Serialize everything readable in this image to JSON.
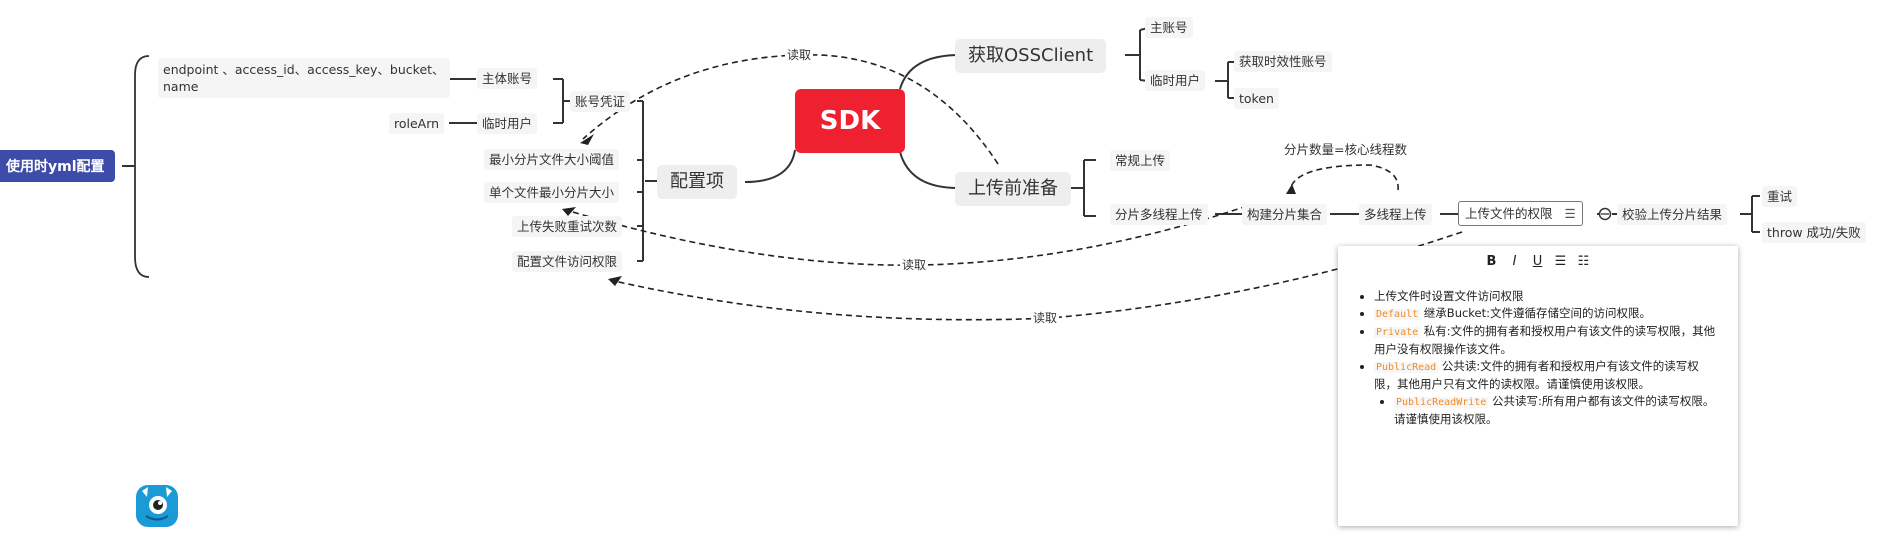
{
  "root": {
    "label": "使用时yml配置"
  },
  "center": {
    "label": "SDK"
  },
  "branches": {
    "get_client": "获取OSSClient",
    "config": "配置项",
    "pre_upload": "上传前准备"
  },
  "client": {
    "main_account": "主账号",
    "temp_user": "临时用户",
    "get_temp_account": "获取时效性账号",
    "token": "token"
  },
  "config_items": [
    "账号凭证",
    "最小分片文件大小阈值",
    "单个文件最小分片大小",
    "上传失败重试次数",
    "配置文件访问权限"
  ],
  "credential": {
    "main_account": "主体账号",
    "temp_user": "临时用户",
    "main_fields": "endpoint 、access_id、access_key、bucket、",
    "main_fields_2": "name",
    "role_arn": "roleArn"
  },
  "upload": {
    "normal": "常规上传",
    "multipart": "分片多线程上传",
    "build_parts": "构建分片集合",
    "multithread": "多线程上传",
    "permission": "上传文件的权限",
    "verify": "校验上传分片结果",
    "retry": "重试",
    "throw": "throw 成功/失败",
    "thread_note": "分片数量=核心线程数"
  },
  "edge_labels": {
    "read1": "读取",
    "read2": "读取",
    "read3": "读取"
  },
  "toolbar": [
    "B",
    "I",
    "U",
    "☰",
    "☷"
  ],
  "notes": {
    "item1": "上传文件时设置文件访问权限",
    "item2_code": "Default",
    "item2_text": " 继承Bucket:文件遵循存储空间的访问权限。",
    "item3_code": "Private",
    "item3_text": " 私有:文件的拥有者和授权用户有该文件的读写权限，其他用户没有权限操作该文件。",
    "item4_code": "PublicRead",
    "item4_text": " 公共读:文件的拥有者和授权用户有该文件的读写权限，其他用户只有文件的读权限。请谨慎使用该权限。",
    "item5_code": "PublicReadWrite",
    "item5_text": " 公共读写:所有用户都有该文件的读写权限。请谨慎使用该权限。"
  },
  "colors": {
    "sdk": "#ef2130",
    "root": "#3d4ca8",
    "code": "#f08a24"
  }
}
